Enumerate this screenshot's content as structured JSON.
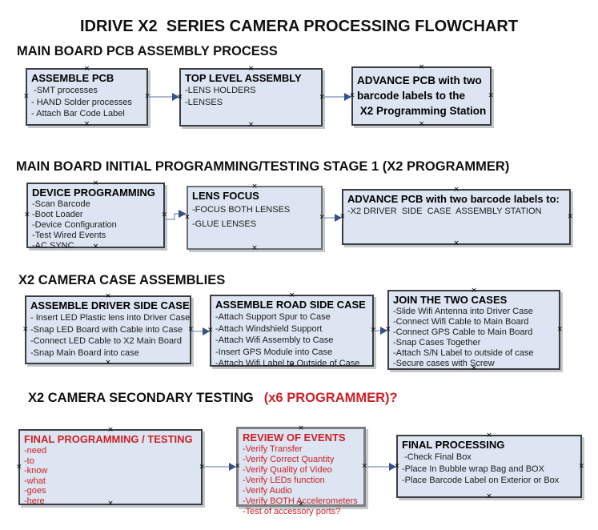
{
  "page": {
    "title": "IDRIVE X2  SERIES CAMERA PROCESSING FLOWCHART"
  },
  "colors": {
    "box_fill": "#dce5f1",
    "box_border": "#3d3d3d",
    "box_border_gray": "#7d7d7d",
    "shadow": "#c3c7ce",
    "arrow_line": "#8fa3c3",
    "arrow_head": "#36508c",
    "red_text": "#cc2127",
    "black_text": "#111111"
  },
  "sections": [
    {
      "heading": "MAIN BOARD PCB ASSEMBLY PROCESS",
      "boxes": [
        {
          "title": "ASSEMBLE PCB",
          "items": [
            " -SMT processes",
            "- HAND Solder processes",
            "- Attach Bar Code Label"
          ]
        },
        {
          "title": "TOP LEVEL ASSEMBLY",
          "items": [
            "-LENS HOLDERS",
            "-LENSES"
          ]
        },
        {
          "title_lines": [
            "ADVANCE PCB with two",
            "barcode labels to the",
            " X2 Programming Station"
          ],
          "items": []
        }
      ]
    },
    {
      "heading": "MAIN BOARD INITIAL PROGRAMMING/TESTING STAGE 1 (X2 PROGRAMMER)",
      "boxes": [
        {
          "title": "DEVICE PROGRAMMING",
          "items": [
            "-Scan Barcode",
            "-Boot Loader",
            "-Device Configuration",
            "-Test Wired Events",
            "-AC SYNC"
          ]
        },
        {
          "title": "LENS FOCUS",
          "items": [
            "-FOCUS BOTH LENSES",
            "-GLUE LENSES"
          ]
        },
        {
          "title": "ADVANCE PCB with two barcode labels to:",
          "items": [
            "-X2 DRIVER  SIDE  CASE  ASSEMBLY STATION"
          ]
        }
      ]
    },
    {
      "heading": "X2 CAMERA CASE ASSEMBLIES",
      "boxes": [
        {
          "title": "ASSEMBLE DRIVER SIDE CASE",
          "items": [
            "- Insert LED Plastic lens into Driver Case",
            "-Snap LED Board with Cable into Case",
            "-Connect LED Cable to X2 Main Board",
            "-Snap Main Board into case"
          ]
        },
        {
          "title": "ASSEMBLE ROAD SIDE CASE",
          "items": [
            "-Attach Support Spur to Case",
            "-Attach Windshield Support",
            "-Attach Wifi Assembly to Case",
            "-Insert GPS Module into Case",
            "-Attach Wifi Label to Outside of Case"
          ]
        },
        {
          "title": "JOIN THE TWO CASES",
          "items": [
            "-Slide Wifi Antenna into Driver Case",
            "-Connect Wifi Cable to Main Board",
            "-Connect GPS Cable to Main Board",
            "-Snap Cases Together",
            "-Attach S/N Label to outside of case",
            "-Secure cases with Screw"
          ]
        }
      ]
    },
    {
      "heading": "X2 CAMERA SECONDARY TESTING",
      "heading_red": "(x6 PROGRAMMER)?",
      "boxes": [
        {
          "title": "FINAL PROGRAMMING / TESTING",
          "red": true,
          "items": [
            "-need",
            "-to",
            "-know",
            "-what",
            "-goes",
            "-here"
          ]
        },
        {
          "title": "REVIEW OF EVENTS",
          "red": true,
          "items": [
            "-Verify Transfer",
            "-Verify Correct Quantity",
            "-Verify Quality of Video",
            "-Verify LEDs function",
            "-Verify Audio",
            "-Verify BOTH Accelerometers",
            "-Test of accessory ports?"
          ]
        },
        {
          "title": "FINAL PROCESSING",
          "items": [
            " -Check Final Box",
            "-Place In Bubble wrap Bag and BOX",
            "-Place Barcode Label on Exterior or Box"
          ]
        }
      ]
    }
  ]
}
